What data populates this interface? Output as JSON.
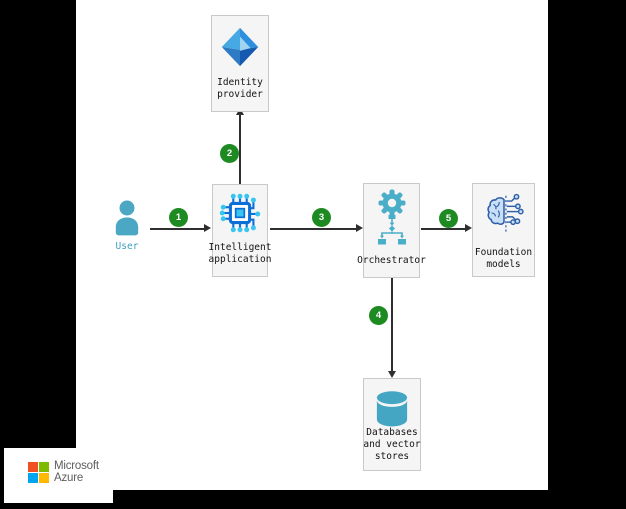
{
  "diagram_title": "",
  "nodes": [
    {
      "id": "identity-provider",
      "label": "Identity\nprovider",
      "icon": "azure-identity-diamond-icon"
    },
    {
      "id": "intelligent-application",
      "label": "Intelligent\napplication",
      "icon": "ai-chip-icon"
    },
    {
      "id": "orchestrator",
      "label": "Orchestrator",
      "icon": "gear-flowchart-icon"
    },
    {
      "id": "foundation-models",
      "label": "Foundation\nmodels",
      "icon": "brain-circuit-icon"
    },
    {
      "id": "databases",
      "label": "Databases\nand vector\nstores",
      "icon": "database-cylinder-icon"
    }
  ],
  "user": {
    "label": "User",
    "icon": "person-icon"
  },
  "steps": [
    "1",
    "2",
    "3",
    "4",
    "5"
  ],
  "edges": [
    {
      "from": "user",
      "to": "intelligent-application",
      "step": "1"
    },
    {
      "from": "intelligent-application",
      "to": "identity-provider",
      "step": "2"
    },
    {
      "from": "intelligent-application",
      "to": "orchestrator",
      "step": "3"
    },
    {
      "from": "orchestrator",
      "to": "databases",
      "step": "4"
    },
    {
      "from": "orchestrator",
      "to": "foundation-models",
      "step": "5"
    }
  ],
  "branding": {
    "line1": "Microsoft",
    "line2": "Azure"
  },
  "colors": {
    "step_green": "#1E8A22",
    "teal": "#4BA7C4",
    "user_label": "#3E9FBF",
    "chip_blue": "#0C6FD6",
    "chip_cyan": "#38C6F0",
    "brain_outline": "#2E5FA6",
    "brain_fill": "#C8DFF7",
    "identity_light": "#47A9E3",
    "identity_dark": "#1659B0",
    "box_bg": "#F5F5F5",
    "box_border": "#C9C9C9",
    "arrow": "#2E2E2E",
    "ms_red": "#F25022",
    "ms_green": "#7FBA00",
    "ms_blue": "#00A4EF",
    "ms_yellow": "#FFB900",
    "ms_text": "#5F5D5E"
  }
}
